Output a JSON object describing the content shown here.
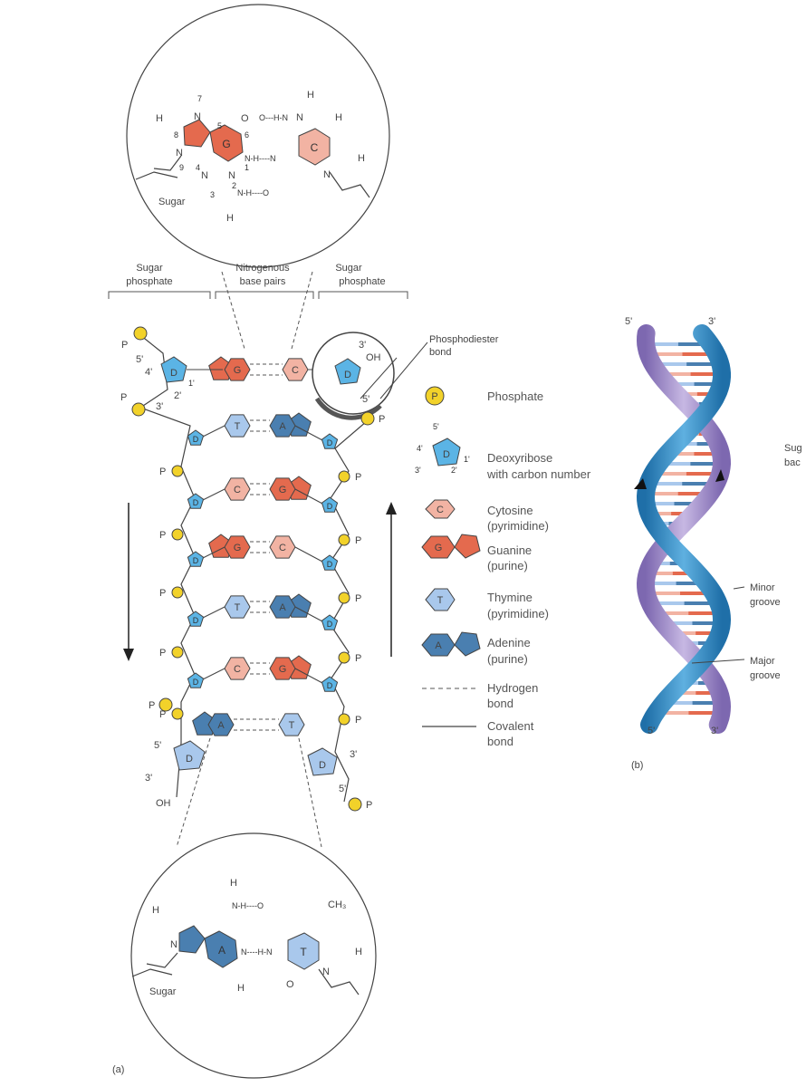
{
  "colors": {
    "guanine": "#e46a4e",
    "cytosine": "#f2b3a3",
    "thymine": "#a9c8ec",
    "adenine": "#4a7fb0",
    "deoxyribose": "#5bb4e5",
    "phosphate": "#f2d22a",
    "helix_blue": "#2b84bd",
    "helix_purple": "#9b86c4",
    "line": "#444444"
  },
  "top_inset": {
    "guanine_letter": "G",
    "cytosine_letter": "C",
    "sugar_label": "Sugar",
    "atoms": [
      "H",
      "N",
      "N",
      "N",
      "N",
      "O",
      "H",
      "N",
      "H",
      "N",
      "H",
      "N",
      "H",
      "N",
      "O",
      "H",
      "H",
      "N",
      "N"
    ],
    "ring_numbers": [
      "7",
      "8",
      "5",
      "6",
      "9",
      "4",
      "1",
      "3",
      "2"
    ],
    "bonds": [
      "O---H-N",
      "N-H----N",
      "N-H----O"
    ]
  },
  "bottom_inset": {
    "adenine_letter": "A",
    "thymine_letter": "T",
    "sugar_label": "Sugar",
    "methyl": "CH₃",
    "atoms": [
      "H",
      "N",
      "H",
      "O",
      "N",
      "N",
      "H",
      "N",
      "O",
      "H",
      "N"
    ],
    "bonds": [
      "N-H----O",
      "N----H-N"
    ]
  },
  "headers": {
    "sugar_phosphate_left": [
      "Sugar",
      "phosphate"
    ],
    "nitrogenous": [
      "Nitrogenous",
      "base pairs"
    ],
    "sugar_phosphate_right": [
      "Sugar",
      "phosphate"
    ]
  },
  "ladder": {
    "pairs": [
      {
        "left": "G",
        "right": "C"
      },
      {
        "left": "T",
        "right": "A"
      },
      {
        "left": "C",
        "right": "G"
      },
      {
        "left": "G",
        "right": "C"
      },
      {
        "left": "T",
        "right": "A"
      },
      {
        "left": "C",
        "right": "G"
      },
      {
        "left": "A",
        "right": "T"
      }
    ],
    "phosphate_letter": "P",
    "deoxyribose_letter": "D",
    "carbon_labels": [
      "5'",
      "4'",
      "3'",
      "2'",
      "1'"
    ],
    "end_labels": {
      "top_left_5": "5'",
      "top_left_3": "3'",
      "bottom_left_5": "5'",
      "bottom_left_3": "3'",
      "oh_bottom": "OH",
      "oh_top": "OH",
      "top_right_3": "3'",
      "top_right_5": "5'",
      "bottom_right_3": "3'",
      "bottom_right_5": "5'"
    }
  },
  "phosphodiester_label": [
    "Phosphodiester",
    "bond"
  ],
  "legend": [
    {
      "key": "phosphate",
      "symbol": "P",
      "text": [
        "Phosphate"
      ]
    },
    {
      "key": "deoxyribose",
      "symbol": "D",
      "text": [
        "Deoxyribose",
        "with carbon number"
      ],
      "carbons": [
        "5'",
        "4'",
        "3'",
        "2'",
        "1'"
      ]
    },
    {
      "key": "cytosine",
      "symbol": "C",
      "text": [
        "Cytosine",
        "(pyrimidine)"
      ]
    },
    {
      "key": "guanine",
      "symbol": "G",
      "text": [
        "Guanine",
        "(purine)"
      ]
    },
    {
      "key": "thymine",
      "symbol": "T",
      "text": [
        "Thymine",
        "(pyrimidine)"
      ]
    },
    {
      "key": "adenine",
      "symbol": "A",
      "text": [
        "Adenine",
        "(purine)"
      ]
    },
    {
      "key": "hydrogen",
      "symbol": "",
      "text": [
        "Hydrogen",
        "bond"
      ]
    },
    {
      "key": "covalent",
      "symbol": "",
      "text": [
        "Covalent",
        "bond"
      ]
    }
  ],
  "panel_a_label": "(a)",
  "helix": {
    "top_left": "5'",
    "top_right": "3'",
    "bottom_left": "5'",
    "bottom_right": "3'",
    "side_label": [
      "Sug",
      "bac"
    ],
    "minor_groove": [
      "Minor",
      "groove"
    ],
    "major_groove": [
      "Major",
      "groove"
    ],
    "panel_b_label": "(b)"
  }
}
